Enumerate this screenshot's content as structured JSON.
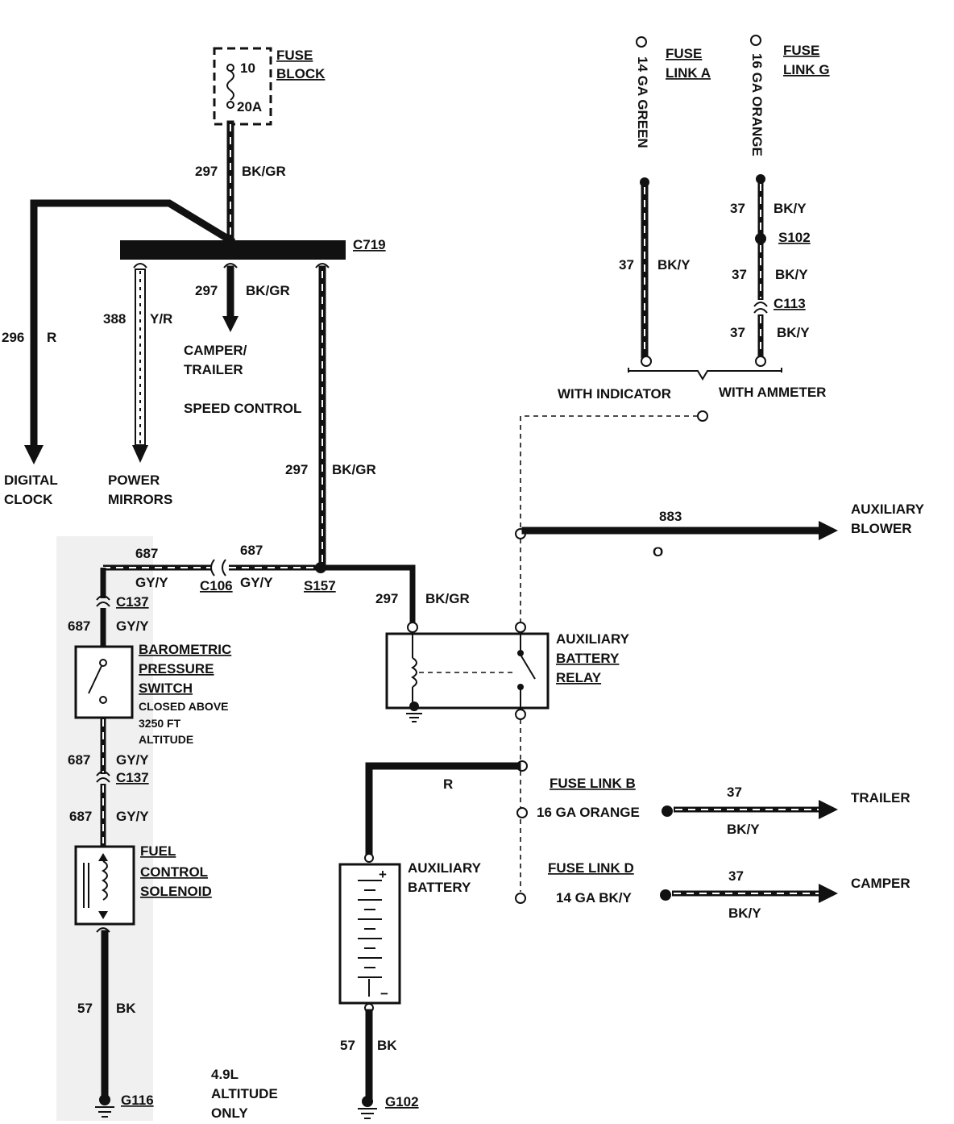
{
  "fuse_block": {
    "title_1": "FUSE",
    "title_2": "BLOCK",
    "fuse_number": "10",
    "rating": "20A"
  },
  "connectors": {
    "c719": "C719",
    "c106": "C106",
    "c137_top": "C137",
    "c137_bottom": "C137",
    "c113": "C113"
  },
  "splices": {
    "s157": "S157",
    "s102": "S102"
  },
  "grounds": {
    "g116": "G116",
    "g102": "G102"
  },
  "wires": {
    "w297_top": {
      "circuit": "297",
      "color": "BK/GR"
    },
    "w297_camper": {
      "circuit": "297",
      "color": "BK/GR"
    },
    "w297_vertical": {
      "circuit": "297",
      "color": "BK/GR"
    },
    "w297_relay": {
      "circuit": "297",
      "color": "BK/GR"
    },
    "w296": {
      "circuit": "296",
      "color": "R"
    },
    "w388": {
      "circuit": "388",
      "color": "Y/R"
    },
    "w687_a": {
      "circuit": "687",
      "color": "GY/Y"
    },
    "w687_b": {
      "circuit": "687",
      "color": "GY/Y"
    },
    "w687_c": {
      "circuit": "687",
      "color": "GY/Y"
    },
    "w687_d": {
      "circuit": "687",
      "color": "GY/Y"
    },
    "w687_e": {
      "circuit": "687",
      "color": "GY/Y"
    },
    "w57_left": {
      "circuit": "57",
      "color": "BK"
    },
    "w57_right": {
      "circuit": "57",
      "color": "BK"
    },
    "w37_indicator": {
      "circuit": "37",
      "color": "BK/Y"
    },
    "w37_ammeter_1": {
      "circuit": "37",
      "color": "BK/Y"
    },
    "w37_ammeter_2": {
      "circuit": "37",
      "color": "BK/Y"
    },
    "w37_ammeter_3": {
      "circuit": "37",
      "color": "BK/Y"
    },
    "w883": {
      "circuit": "883",
      "color": "O"
    },
    "w_battery": {
      "color": "R"
    },
    "w37_trailer": {
      "circuit": "37",
      "color": "BK/Y"
    },
    "w37_camper": {
      "circuit": "37",
      "color": "BK/Y"
    }
  },
  "destinations": {
    "digital_clock_1": "DIGITAL",
    "digital_clock_2": "CLOCK",
    "power_mirrors_1": "POWER",
    "power_mirrors_2": "MIRRORS",
    "camper_trailer_1": "CAMPER/",
    "camper_trailer_2": "TRAILER",
    "speed_control": "SPEED CONTROL",
    "aux_blower_1": "AUXILIARY",
    "aux_blower_2": "BLOWER",
    "trailer": "TRAILER",
    "camper": "CAMPER"
  },
  "fuse_links": {
    "a_1": "FUSE",
    "a_2": "LINK A",
    "a_gauge": "14 GA GREEN",
    "g_1": "FUSE",
    "g_2": "LINK G",
    "g_gauge": "16 GA ORANGE",
    "b_title": "FUSE LINK B",
    "b_gauge": "16 GA ORANGE",
    "d_title": "FUSE LINK D",
    "d_gauge": "14 GA BK/Y"
  },
  "options": {
    "with_indicator": "WITH INDICATOR",
    "with_ammeter": "WITH AMMETER"
  },
  "components": {
    "baro_1": "BAROMETRIC",
    "baro_2": "PRESSURE",
    "baro_3": "SWITCH",
    "baro_note_1": "CLOSED ABOVE",
    "baro_note_2": "3250 FT",
    "baro_note_3": "ALTITUDE",
    "fuel_1": "FUEL",
    "fuel_2": "CONTROL",
    "fuel_3": "SOLENOID",
    "relay_1": "AUXILIARY",
    "relay_2": "BATTERY",
    "relay_3": "RELAY",
    "battery_1": "AUXILIARY",
    "battery_2": "BATTERY",
    "battery_plus": "+",
    "battery_minus": "−"
  },
  "notes": {
    "altitude_1": "4.9L",
    "altitude_2": "ALTITUDE",
    "altitude_3": "ONLY"
  }
}
